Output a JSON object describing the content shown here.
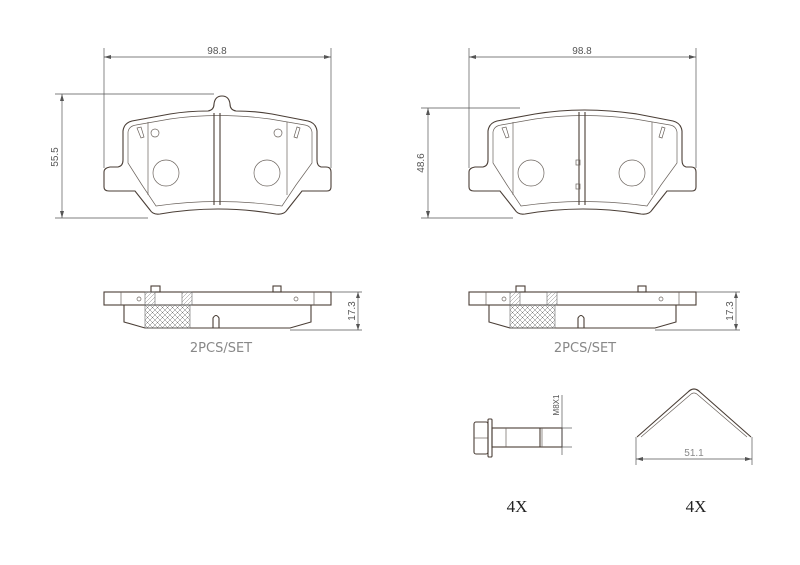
{
  "drawing": {
    "colors": {
      "line": "#4a3e36",
      "dimension": "#555555",
      "note": "#888888"
    },
    "outer_pad": {
      "width_dim": "98.8",
      "height_dim": "55.5",
      "thickness_dim": "17.3",
      "set_note": "2PCS/SET"
    },
    "inner_pad": {
      "width_dim": "98.8",
      "height_dim": "48.6",
      "thickness_dim": "17.3",
      "set_note": "2PCS/SET"
    },
    "bolt": {
      "thread_dim": "M8X1",
      "quantity": "4X"
    },
    "clip": {
      "width_dim": "51.1",
      "quantity": "4X"
    }
  }
}
